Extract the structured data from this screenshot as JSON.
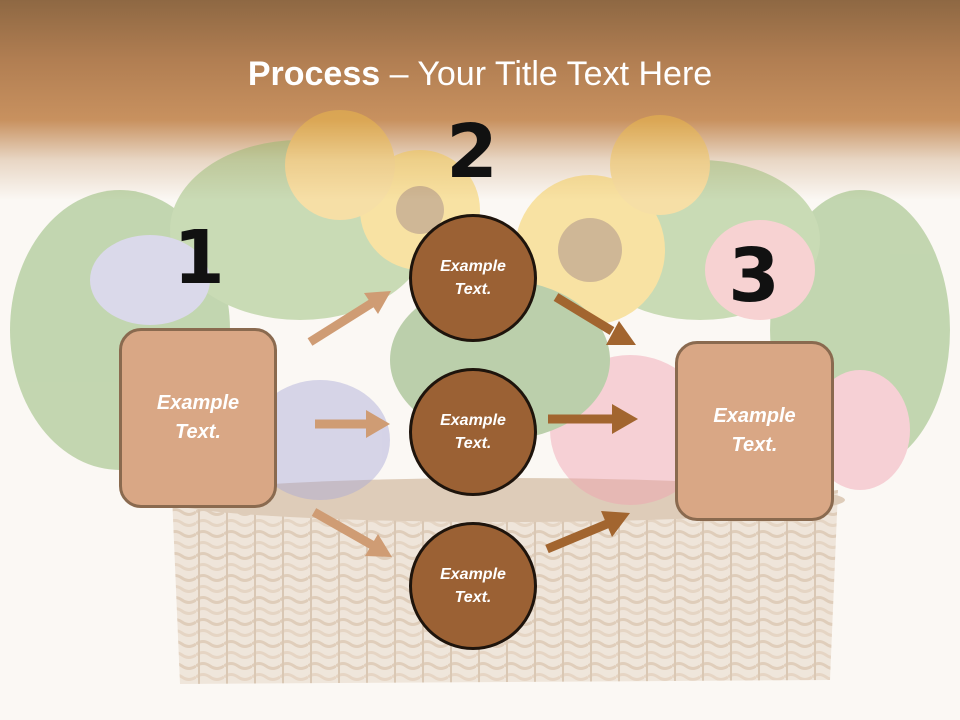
{
  "title": {
    "bold": "Process",
    "rest": " – Your Title Text Here"
  },
  "steps": [
    {
      "number": "1",
      "line1": "Example",
      "line2": "Text."
    },
    {
      "number": "2"
    },
    {
      "number": "3",
      "line1": "Example",
      "line2": "Text."
    }
  ],
  "circles": [
    {
      "line1": "Example",
      "line2": "Text."
    },
    {
      "line1": "Example",
      "line2": "Text."
    },
    {
      "line1": "Example",
      "line2": "Text."
    }
  ],
  "colors": {
    "box_fill": "#d9a785",
    "circle_fill": "#9b6134",
    "arrow_left": "#cf9c74",
    "arrow_right": "#a2652f",
    "header": "#b17e52"
  }
}
